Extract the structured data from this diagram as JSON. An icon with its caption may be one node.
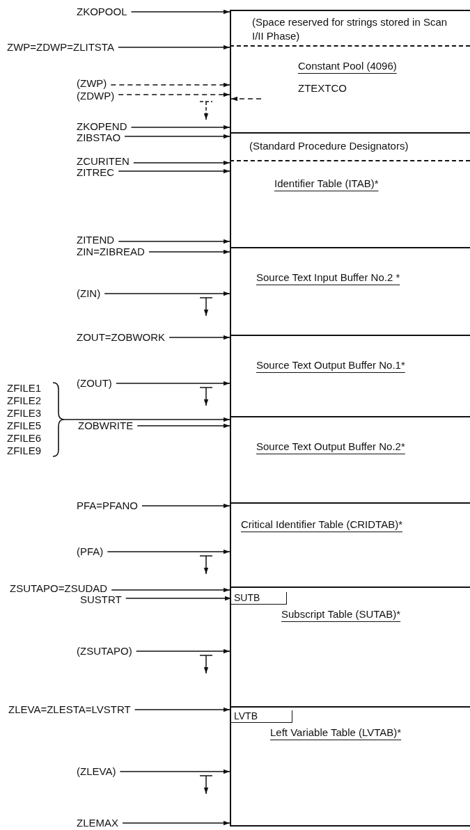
{
  "diagram": {
    "nodes": [
      {
        "text": [
          "(Space reserved for strings stored in Scan I/II Phase)"
        ]
      },
      {
        "text": [
          "Constant Pool (4096)",
          "ZTEXTCO"
        ]
      },
      {
        "text": [
          "(Standard Procedure Designators)"
        ]
      },
      {
        "text": [
          "Identifier Table (ITAB)*"
        ]
      },
      {
        "text": [
          "Source Text Input Buffer No.2 *"
        ]
      },
      {
        "text": [
          "Source Text Output Buffer No.1*"
        ]
      },
      {
        "text": [
          "Source Text Output Buffer No.2*"
        ]
      },
      {
        "text": [
          "Critical Identifier Table (CRIDTAB)*"
        ]
      },
      {
        "text": [
          "Subscript Table (SUTAB)*"
        ]
      },
      {
        "text": [
          "SUTB"
        ],
        "in": 8
      },
      {
        "text": [
          "Left Variable Table (LVTAB)*"
        ]
      },
      {
        "text": [
          "LVTB"
        ],
        "in": 10
      },
      {
        "text": [
          "ZKOPOOL"
        ]
      },
      {
        "text": [
          "ZWP=ZDWP=ZLITSTA"
        ]
      },
      {
        "text": [
          "(ZWP)"
        ]
      },
      {
        "text": [
          "(ZDWP)"
        ]
      },
      {
        "text": [
          "ZKOPEND"
        ]
      },
      {
        "text": [
          "ZIBSTAO"
        ]
      },
      {
        "text": [
          "ZCURITEN"
        ]
      },
      {
        "text": [
          "ZITREC"
        ]
      },
      {
        "text": [
          "ZITEND"
        ]
      },
      {
        "text": [
          "ZIN=ZIBREAD"
        ]
      },
      {
        "text": [
          "(ZIN)"
        ]
      },
      {
        "text": [
          "ZOUT=ZOBWORK"
        ]
      },
      {
        "text": [
          "(ZOUT)"
        ]
      },
      {
        "text": [
          "ZFILE1",
          "ZFILE2",
          "ZFILE3",
          "ZFILE5",
          "ZFILE6",
          "ZFILE9"
        ]
      },
      {
        "text": [
          "ZOBWRITE"
        ]
      },
      {
        "text": [
          "PFA=PFANO"
        ]
      },
      {
        "text": [
          "(PFA)"
        ]
      },
      {
        "text": [
          "ZSUTAPO=ZSUDAD"
        ]
      },
      {
        "text": [
          "SUSTRT"
        ]
      },
      {
        "text": [
          "(ZSUTAPO)"
        ]
      },
      {
        "text": [
          "ZLEVA=ZLESTA=LVSTRT"
        ]
      },
      {
        "text": [
          "(ZLEVA)"
        ]
      },
      {
        "text": [
          "ZLEMAX"
        ]
      }
    ],
    "edges": [
      {
        "from": 12,
        "to": 0,
        "arrow": "to"
      },
      {
        "from": 13,
        "to": 1,
        "arrow": "to"
      },
      {
        "from": 14,
        "to": 1,
        "arrow": "to",
        "style": "dashed"
      },
      {
        "from": 15,
        "to": 1,
        "arrow": "to",
        "style": "dashed"
      },
      {
        "from": null,
        "to": 1,
        "arrow": "to",
        "style": "dashed"
      },
      {
        "from": 16,
        "to": 1,
        "arrow": "to"
      },
      {
        "from": 17,
        "to": 2,
        "arrow": "to"
      },
      {
        "from": 18,
        "to": 3,
        "arrow": "to"
      },
      {
        "from": 19,
        "to": 3,
        "arrow": "to"
      },
      {
        "from": 20,
        "to": 3,
        "arrow": "to"
      },
      {
        "from": 21,
        "to": 4,
        "arrow": "to"
      },
      {
        "from": 22,
        "to": 4,
        "arrow": "to"
      },
      {
        "from": 23,
        "to": 5,
        "arrow": "to"
      },
      {
        "from": 24,
        "to": 5,
        "arrow": "to"
      },
      {
        "from": 25,
        "to": 6,
        "arrow": "to"
      },
      {
        "from": 26,
        "to": 6,
        "arrow": "to"
      },
      {
        "from": 27,
        "to": 7,
        "arrow": "to"
      },
      {
        "from": 28,
        "to": 7,
        "arrow": "to"
      },
      {
        "from": 29,
        "to": 8,
        "arrow": "to"
      },
      {
        "from": 30,
        "to": 9,
        "arrow": "to"
      },
      {
        "from": 31,
        "to": 8,
        "arrow": "to"
      },
      {
        "from": 32,
        "to": 10,
        "arrow": "to"
      },
      {
        "from": 33,
        "to": 10,
        "arrow": "to"
      },
      {
        "from": 34,
        "to": 10,
        "arrow": "to"
      }
    ]
  }
}
